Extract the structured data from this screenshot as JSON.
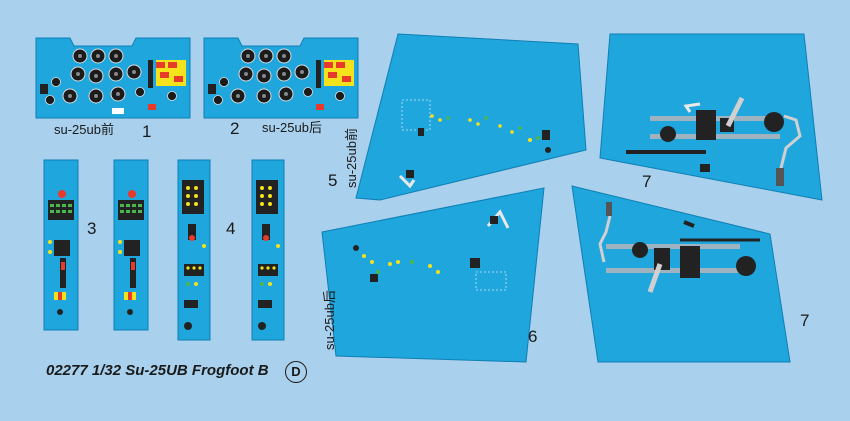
{
  "decals": {
    "d1": {
      "number": "1",
      "caption": "su-25ub前"
    },
    "d2": {
      "number": "2",
      "caption": "su-25ub后"
    },
    "d3": {
      "number": "3"
    },
    "d4": {
      "number": "4"
    },
    "d5": {
      "number": "5",
      "caption": "su-25ub前"
    },
    "d6": {
      "number": "6",
      "caption": "su-25ub后"
    },
    "d7a": {
      "number": "7"
    },
    "d7b": {
      "number": "7"
    }
  },
  "footer": {
    "title": "02277 1/32 Su-25UB Frogfoot B",
    "sheet_letter": "D"
  },
  "colors": {
    "background": "#a9d0ec",
    "panel": "#1fa6dd",
    "panel_edge": "#0f7fb3",
    "instrument": "#222222",
    "red": "#e83a2a",
    "yellow": "#f3e21c",
    "green": "#4bb84b"
  }
}
